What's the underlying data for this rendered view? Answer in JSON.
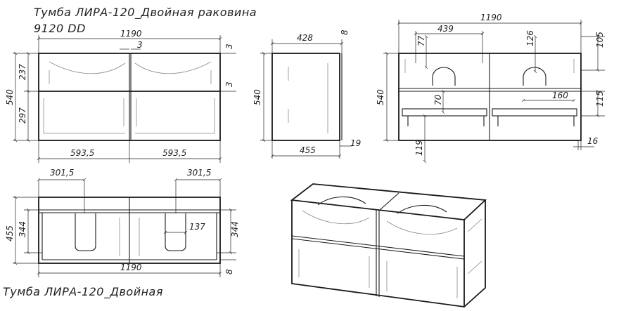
{
  "titles": {
    "top_line1": "Тумба ЛИРА-120_Двойная раковина",
    "top_line2": "9120 DD",
    "bottom": "Тумба ЛИРА-120_Двойная"
  },
  "dimensions": {
    "front_width": "1190",
    "front_gap_top": "3",
    "front_gap_right_top": "3",
    "front_gap_right_mid": "3",
    "front_upper_h": "237",
    "front_lower_h": "297",
    "front_total_h": "540",
    "front_half_left": "593,5",
    "front_half_right": "593,5",
    "side_depth": "428",
    "side_back": "8",
    "side_height": "540",
    "side_bottom": "455",
    "side_plinth": "19",
    "rear_width": "1190",
    "rear_inner": "439",
    "rear_77": "77",
    "rear_126": "126",
    "rear_105": "105",
    "rear_70": "70",
    "rear_160": "160",
    "rear_115": "115",
    "rear_height": "540",
    "rear_119": "119",
    "rear_16": "16",
    "plan_left": "301,5",
    "plan_right": "301,5",
    "plan_455": "455",
    "plan_344_left": "344",
    "plan_344_right": "344",
    "plan_137": "137",
    "plan_width": "1190",
    "plan_8": "8"
  }
}
